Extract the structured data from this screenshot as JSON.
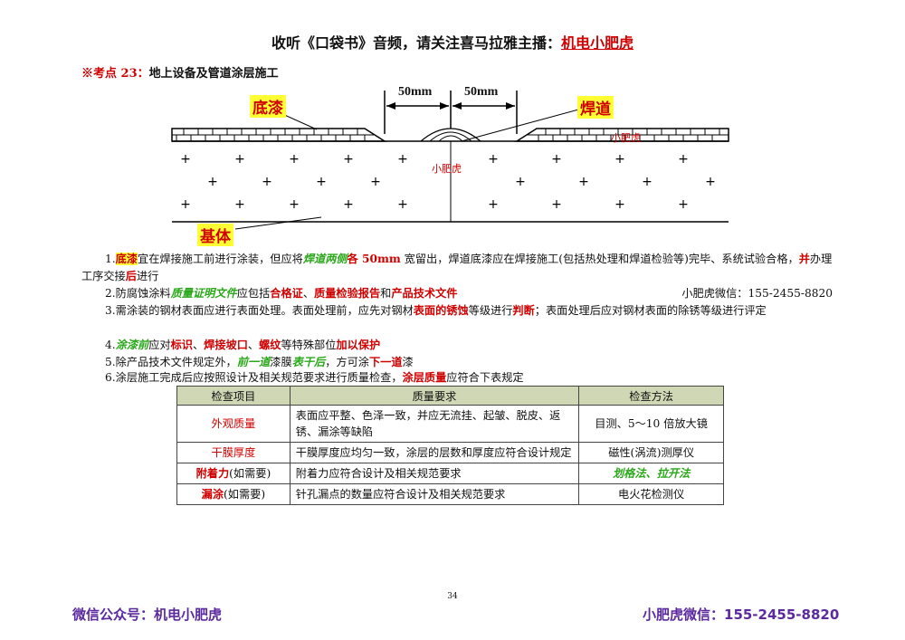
{
  "header": {
    "prefix": "收听《口袋书》音频，请关注喜马拉雅主播：",
    "brand": "机电小肥虎"
  },
  "kaodian": {
    "num": "※考点 23：",
    "title": "地上设备及管道涂层施工"
  },
  "diagram": {
    "label_primer": "底漆",
    "label_weld": "焊道",
    "label_base": "基体",
    "dim_left": "50mm",
    "dim_right": "50mm",
    "watermark": "小肥虎"
  },
  "items": {
    "i1": {
      "n": "1.",
      "a": "底漆",
      "b": "宜在焊接施工前进行涂装，但应将",
      "c": "焊道两侧",
      "d": "各 50mm",
      "e": " 宽留出，焊道底漆应在焊接施工(包括热处理和焊道检验等)完毕、系统试验合格，",
      "f": "并",
      "g": "办理工序交接",
      "h": "后",
      "i": "进行"
    },
    "i2": {
      "n": "2.",
      "a": "防腐蚀涂料",
      "b": "质量证明文件",
      "c": "应包括",
      "d": "合格证",
      "e": "、",
      "f": "质量检验报告",
      "g": "和",
      "h": "产品技术文件",
      "right": "小肥虎微信：155-2455-8820"
    },
    "i3": {
      "n": "3.",
      "a": "需涂装的钢材表面应进行表面处理。表面处理前，应先对钢材",
      "b": "表面的锈蚀",
      "c": "等级进行",
      "d": "判断",
      "e": "；表面处理后应对钢材表面的除锈等级进行评定"
    },
    "i4": {
      "n": "4.",
      "a": "涂漆前",
      "b": "应对",
      "c": "标识",
      "d": "、",
      "e": "焊接坡口",
      "f": "、",
      "g": "螺纹",
      "h": "等特殊部位",
      "i": "加以保护"
    },
    "i5": {
      "n": "5.",
      "a": "除产品技术文件规定外，",
      "b": "前一道",
      "c": "漆膜",
      "d": "表干后",
      "e": "，方可涂",
      "f": "下一道",
      "g": "漆"
    },
    "i6": {
      "n": "6.",
      "a": "涂层施工完成后应按照设计及相关规范要求进行质量检查，",
      "b": "涂层质量",
      "c": "应符合下表规定"
    }
  },
  "table": {
    "headers": [
      "检查项目",
      "质量要求",
      "检查方法"
    ],
    "rows": [
      {
        "item": "外观质量",
        "item_note": "",
        "req": "表面应平整、色泽一致，并应无流挂、起皱、脱皮、返锈、漏涂等缺陷",
        "method": "目测、5～10 倍放大镜"
      },
      {
        "item": "干膜厚度",
        "item_note": "",
        "req": "干膜厚度应均匀一致，涂层的层数和厚度应符合设计规定",
        "method": "磁性(涡流)测厚仪"
      },
      {
        "item": "附着力",
        "item_note": "(如需要)",
        "req": "附着力应符合设计及相关规范要求",
        "method": "划格法、拉开法"
      },
      {
        "item": "漏涂",
        "item_note": "(如需要)",
        "req": "针孔漏点的数量应符合设计及相关规范要求",
        "method": "电火花检测仪"
      }
    ]
  },
  "page_number": "34",
  "footer": {
    "left": "微信公众号：机电小肥虎",
    "right": "小肥虎微信：155-2455-8820"
  }
}
